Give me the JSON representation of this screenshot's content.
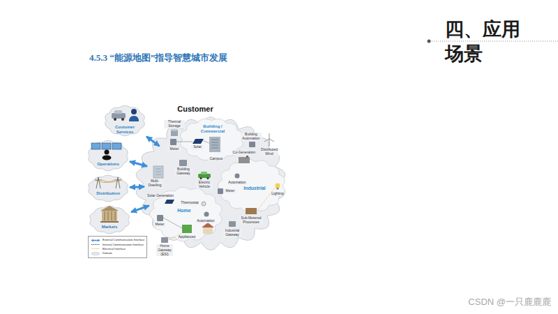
{
  "diagram": {
    "title": "4.5.3 “能源地图”指导智慧城市发展",
    "nodes": [
      {
        "text": [
          "Customer"
        ]
      },
      {
        "text": [
          "Building / Commercial"
        ],
        "in": 0
      },
      {
        "text": [
          "Industrial"
        ],
        "in": 0
      },
      {
        "text": [
          "Home"
        ],
        "in": 0
      },
      {
        "text": [
          "Customer Services"
        ]
      },
      {
        "text": [
          "Operations"
        ]
      },
      {
        "text": [
          "Distribution"
        ]
      },
      {
        "text": [
          "Markets"
        ]
      }
    ],
    "edges": [
      {
        "from": 4,
        "to": 0,
        "arrow": "both"
      },
      {
        "from": 5,
        "to": 0,
        "arrow": "both"
      },
      {
        "from": 6,
        "to": 0,
        "arrow": "both"
      },
      {
        "from": 7,
        "to": 0,
        "arrow": "both"
      }
    ],
    "labels": [
      "四、应用场景",
      "Thermal Storage",
      "Building Automation",
      "Meter",
      "Solar",
      "Campus",
      "Building Gateway",
      "Multi-Dwelling",
      "Electric Vehicle",
      "Distributed Wind",
      "Co-Generation",
      "Automation",
      "Meter",
      "Lighting",
      "Solar Generation",
      "Thermostat",
      "Sub-Metered Processes",
      "Industrial Gateway",
      "Meter",
      "Automation",
      "Appliances",
      "Home Gateway (ESI)",
      "CSDN @一只鹿鹿鹿"
    ],
    "legend": [
      {
        "text": "External Communication Interface"
      },
      {
        "text": "Internal Communication Interface"
      },
      {
        "text": "Electrical Interface"
      },
      {
        "text": "Domain"
      }
    ]
  }
}
